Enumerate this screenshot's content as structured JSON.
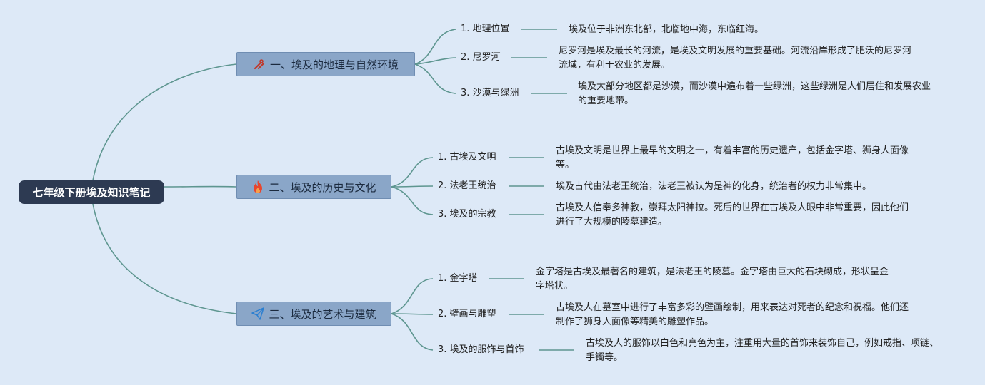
{
  "root": {
    "title": "七年级下册埃及知识笔记"
  },
  "branches": [
    {
      "title": "一、埃及的地理与自然环境",
      "icon": "tools-icon",
      "items": [
        {
          "label": "1. 地理位置",
          "desc": "埃及位于非洲东北部，北临地中海，东临红海。"
        },
        {
          "label": "2. 尼罗河",
          "desc": "尼罗河是埃及最长的河流，是埃及文明发展的重要基础。河流沿岸形成了肥沃的尼罗河流域，有利于农业的发展。"
        },
        {
          "label": "3. 沙漠与绿洲",
          "desc": "埃及大部分地区都是沙漠，而沙漠中遍布着一些绿洲，这些绿洲是人们居住和发展农业的重要地带。"
        }
      ]
    },
    {
      "title": "二、埃及的历史与文化",
      "icon": "fire-icon",
      "items": [
        {
          "label": "1. 古埃及文明",
          "desc": "古埃及文明是世界上最早的文明之一，有着丰富的历史遗产，包括金字塔、狮身人面像等。"
        },
        {
          "label": "2. 法老王统治",
          "desc": "埃及古代由法老王统治，法老王被认为是神的化身，统治者的权力非常集中。"
        },
        {
          "label": "3. 埃及的宗教",
          "desc": "古埃及人信奉多神教，崇拜太阳神拉。死后的世界在古埃及人眼中非常重要，因此他们进行了大规模的陵墓建造。"
        }
      ]
    },
    {
      "title": "三、埃及的艺术与建筑",
      "icon": "paper-plane-icon",
      "items": [
        {
          "label": "1. 金字塔",
          "desc": "金字塔是古埃及最著名的建筑，是法老王的陵墓。金字塔由巨大的石块砌成，形状呈金字塔状。"
        },
        {
          "label": "2. 壁画与雕塑",
          "desc": "古埃及人在墓室中进行了丰富多彩的壁画绘制，用来表达对死者的纪念和祝福。他们还制作了狮身人面像等精美的雕塑作品。"
        },
        {
          "label": "3. 埃及的服饰与首饰",
          "desc": "古埃及人的服饰以白色和亮色为主，注重用大量的首饰来装饰自己，例如戒指、项链、手镯等。"
        }
      ]
    }
  ],
  "colors": {
    "background": "#dde9f7",
    "root": "#2d3a52",
    "branch": "#8aa6c8",
    "line": "#5e9690"
  }
}
